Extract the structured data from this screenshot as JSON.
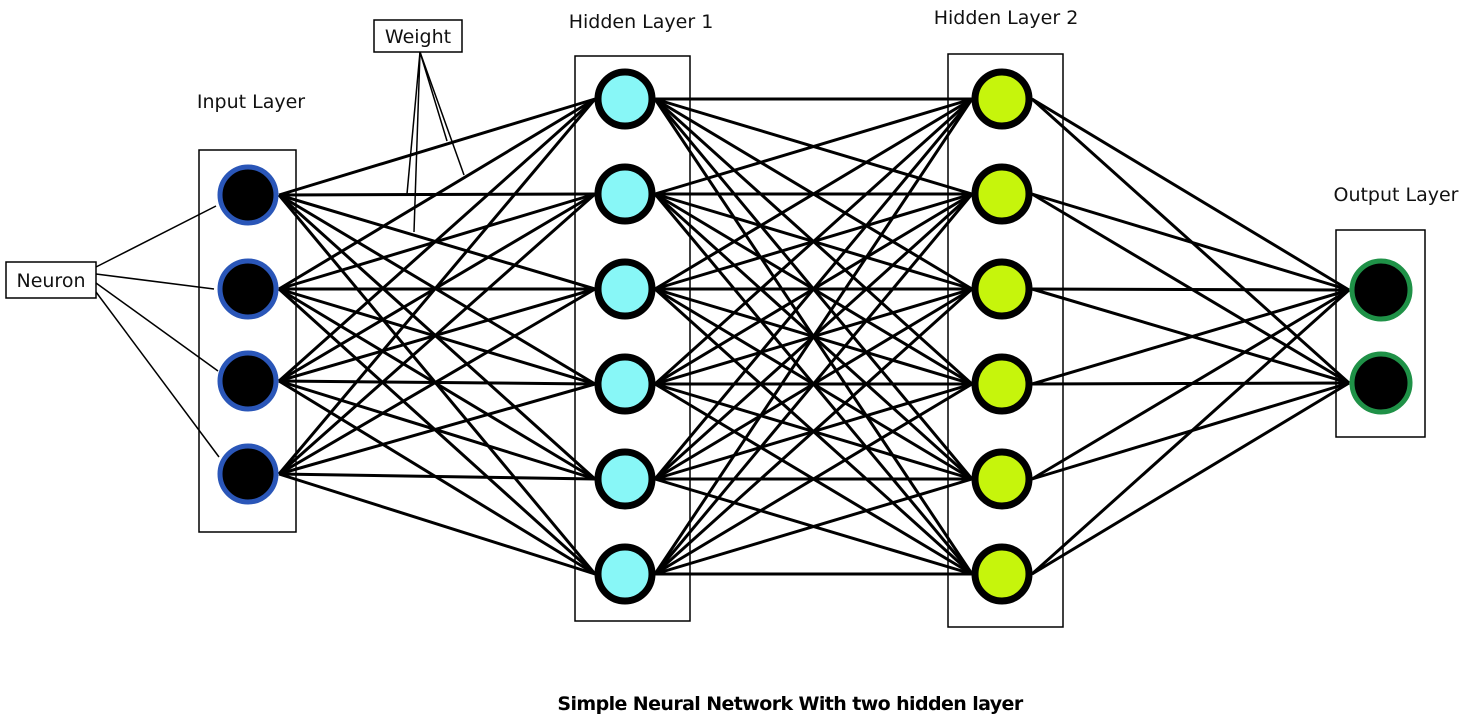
{
  "diagram": {
    "caption": "Simple Neural Network With two hidden layer",
    "annotations": {
      "neuron": "Neuron",
      "weight": "Weight"
    },
    "layers": [
      {
        "name": "Input Layer",
        "neurons": 4,
        "fill": "#000000",
        "stroke": "#2a56b8"
      },
      {
        "name": "Hidden Layer 1",
        "neurons": 6,
        "fill": "#88f7f7",
        "stroke": "#000000"
      },
      {
        "name": "Hidden Layer 2",
        "neurons": 6,
        "fill": "#c6f50c",
        "stroke": "#000000"
      },
      {
        "name": "Output Layer",
        "neurons": 2,
        "fill": "#000000",
        "stroke": "#1f9147"
      }
    ],
    "connections": "fully-connected between consecutive layers"
  }
}
